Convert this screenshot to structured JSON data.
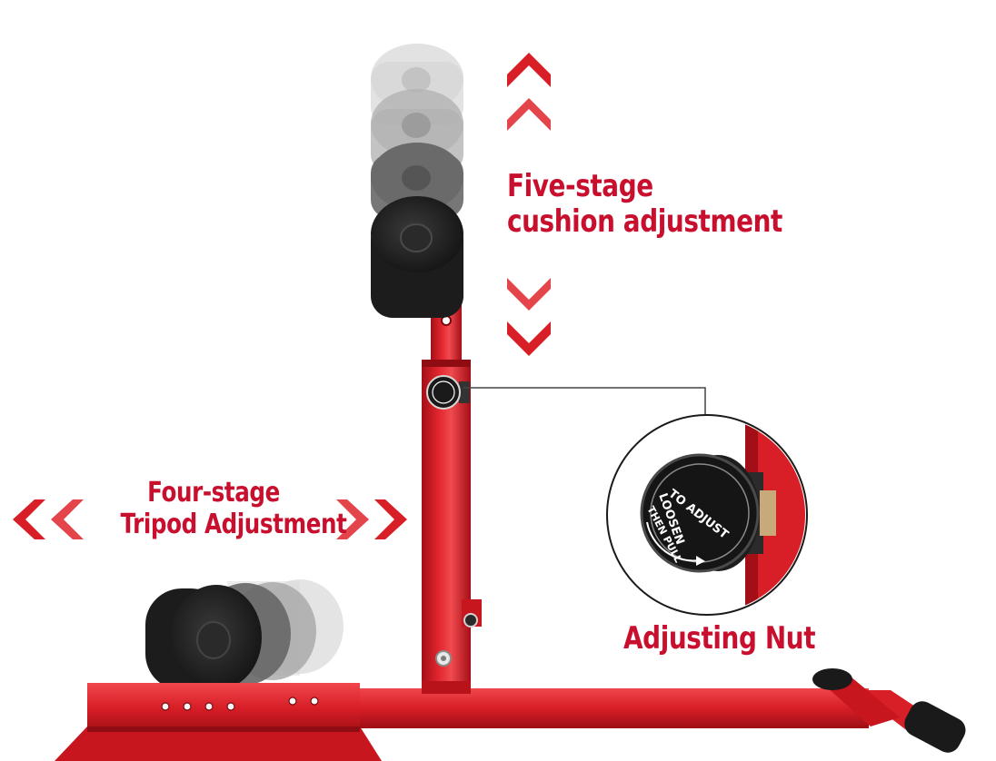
{
  "labels": {
    "five_stage_line1": "Five-stage",
    "five_stage_line2": "cushion adjustment",
    "four_stage_line1": "Four-stage",
    "four_stage_line2": "Tripod Adjustment",
    "adjusting_nut": "Adjusting Nut"
  },
  "knob_text": {
    "ring": "TO ADJUST",
    "center": "LOOSEN",
    "bottom": "THEN PULL"
  },
  "colors": {
    "frame_red": "#d81e27",
    "label_red": "#c8102e",
    "foam_black": "#1c1c1c",
    "background": "#ffffff"
  }
}
